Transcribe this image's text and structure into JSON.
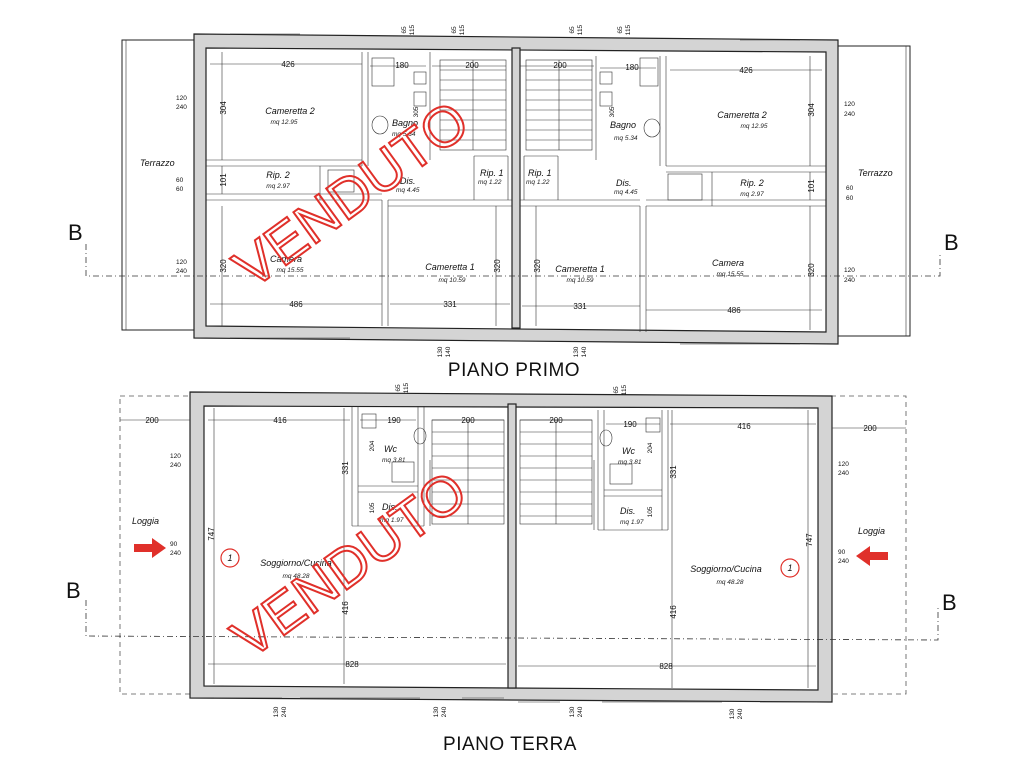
{
  "titles": {
    "first_floor": "PIANO PRIMO",
    "ground_floor": "PIANO TERRA"
  },
  "stamp": "VENDUTO",
  "section_mark": "B",
  "first_floor": {
    "rooms": [
      {
        "name": "Terrazzo",
        "area": ""
      },
      {
        "name": "Cameretta 2",
        "area": "mq 12.95"
      },
      {
        "name": "Bagno",
        "area": "mq 5.34"
      },
      {
        "name": "Rip. 2",
        "area": "mq 2.97"
      },
      {
        "name": "Dis.",
        "area": "mq 4.45"
      },
      {
        "name": "Rip. 1",
        "area": "mq 1.22"
      },
      {
        "name": "Camera",
        "area": "mq 15.55"
      },
      {
        "name": "Cameretta 1",
        "area": "mq 10.59"
      }
    ],
    "dims": {
      "w426": "426",
      "w180": "180",
      "w200": "200",
      "h304": "304",
      "h101": "101",
      "h320": "320",
      "w486": "486",
      "w331": "331",
      "h305": "305",
      "w120": "120",
      "w240": "240",
      "w60": "60",
      "w130": "130",
      "w140": "140",
      "w65": "65",
      "w115": "115"
    }
  },
  "ground_floor": {
    "rooms": [
      {
        "name": "Wc",
        "area": "mq 3.81"
      },
      {
        "name": "Dis.",
        "area": "mq 1.97"
      },
      {
        "name": "Soggiorno/Cucina",
        "area": "mq 48.28"
      },
      {
        "name": "Loggia",
        "area": ""
      }
    ],
    "unit_number": "1",
    "dims": {
      "w200": "200",
      "w416": "416",
      "w190": "190",
      "h331": "331",
      "h747": "747",
      "w828": "828",
      "h204": "204",
      "h105": "105",
      "w90": "90",
      "w120": "120",
      "w240": "240",
      "w130": "130",
      "w65": "65",
      "w115": "115"
    }
  },
  "colors": {
    "stamp": "#e0302a",
    "arrow": "#e0302a",
    "wall_fill": "#d4d4d4"
  }
}
